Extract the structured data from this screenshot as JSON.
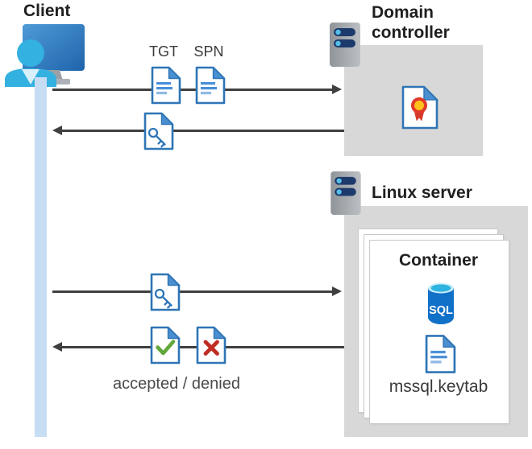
{
  "client": {
    "label": "Client"
  },
  "domain_controller": {
    "label": "Domain controller"
  },
  "linux_server": {
    "label": "Linux server"
  },
  "container": {
    "label": "Container",
    "sql_label": "SQL",
    "keytab_label": "mssql.keytab"
  },
  "flow": {
    "tgt_label": "TGT",
    "spn_label": "SPN",
    "result_label": "accepted / denied"
  },
  "colors": {
    "doc_border_blue": "#2e75b6",
    "doc_fold_blue": "#4a8fd0",
    "doc_line_blue": "#4a90d9",
    "monitor_blue": "#2a72b9",
    "person_cyan": "#33b1e0",
    "lifeline_blue": "#c7ddf4",
    "box_gray": "#d8d8d8",
    "server_body_gray": "#a4a9ae",
    "server_slot_navy": "#1d3a6d",
    "server_dot_cyan": "#54c0e8",
    "check_green": "#62a83c",
    "cross_red": "#bf2d23",
    "cert_ring_red": "#e0392a",
    "cert_center_yellow": "#ffc21a",
    "sql_body_blue": "#1170c8",
    "sql_top_cyan": "#2fb3e0",
    "arrow_gray": "#3f3f3f"
  }
}
